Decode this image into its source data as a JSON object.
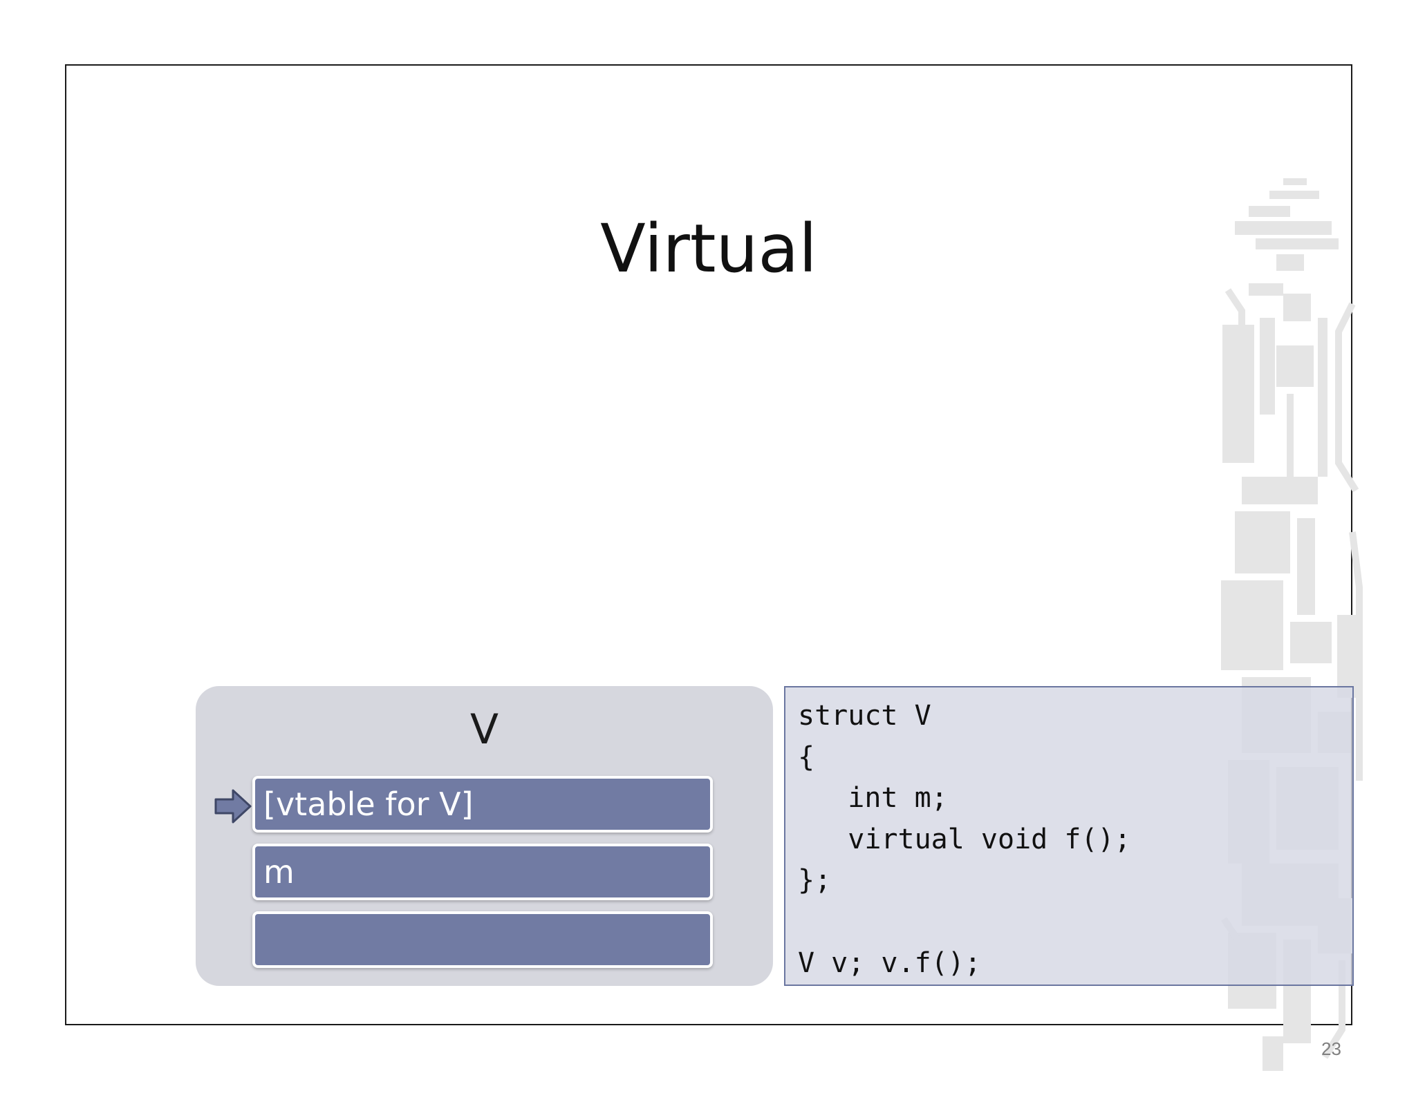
{
  "slide": {
    "title": "Virtual",
    "page_number": "23"
  },
  "struct_diagram": {
    "name": "V",
    "fields": [
      "[vtable for V]",
      "m",
      ""
    ],
    "pointer_icon": "right-arrow-icon",
    "field_color": "#717ba3",
    "panel_color": "#d6d7de"
  },
  "code": {
    "lines": [
      "struct V",
      "{",
      "   int m;",
      "   virtual void f();",
      "};",
      "",
      "V v; v.f();"
    ]
  },
  "decoration": {
    "icon": "circuit-pattern-icon",
    "color": "#e6e6e6"
  }
}
